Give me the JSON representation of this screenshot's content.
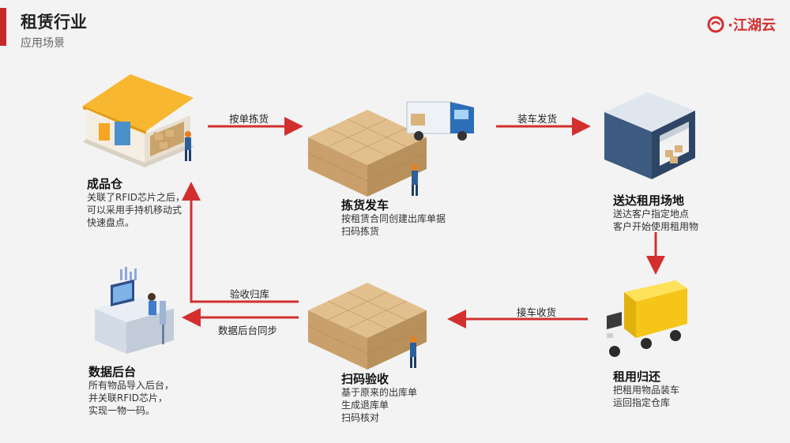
{
  "header": {
    "title": "租赁行业",
    "subtitle": "应用场景",
    "logo_text": "·江湖云"
  },
  "colors": {
    "accent": "#c62828",
    "arrow": "#d32f2f",
    "background": "#f3f3f3"
  },
  "nodes": {
    "warehouse": {
      "title": "成品仓",
      "desc": [
        "关联了RFID芯片之后，",
        "可以采用手持机移动式",
        "快速盘点。"
      ]
    },
    "picking": {
      "title": "拣货发车",
      "desc": [
        "按租赁合同创建出库单据",
        "扫码拣货"
      ]
    },
    "delivery": {
      "title": "送达租用场地",
      "desc": [
        "送达客户指定地点",
        "客户开始使用租用物"
      ]
    },
    "return": {
      "title": "租用归还",
      "desc": [
        "把租用物品装车",
        "运回指定仓库"
      ]
    },
    "inspection": {
      "title": "扫码验收",
      "desc": [
        "基于原来的出库单",
        "生成退库单",
        "扫码核对"
      ]
    },
    "backend": {
      "title": "数据后台",
      "desc": [
        "所有物品导入后台，",
        "并关联RFID芯片，",
        "实现一物一码。"
      ]
    }
  },
  "edges": {
    "pick_order": "按单拣货",
    "load_ship": "装车发货",
    "receive": "接车收货",
    "accept_return": "验收归库",
    "sync_backend": "数据后台同步"
  }
}
